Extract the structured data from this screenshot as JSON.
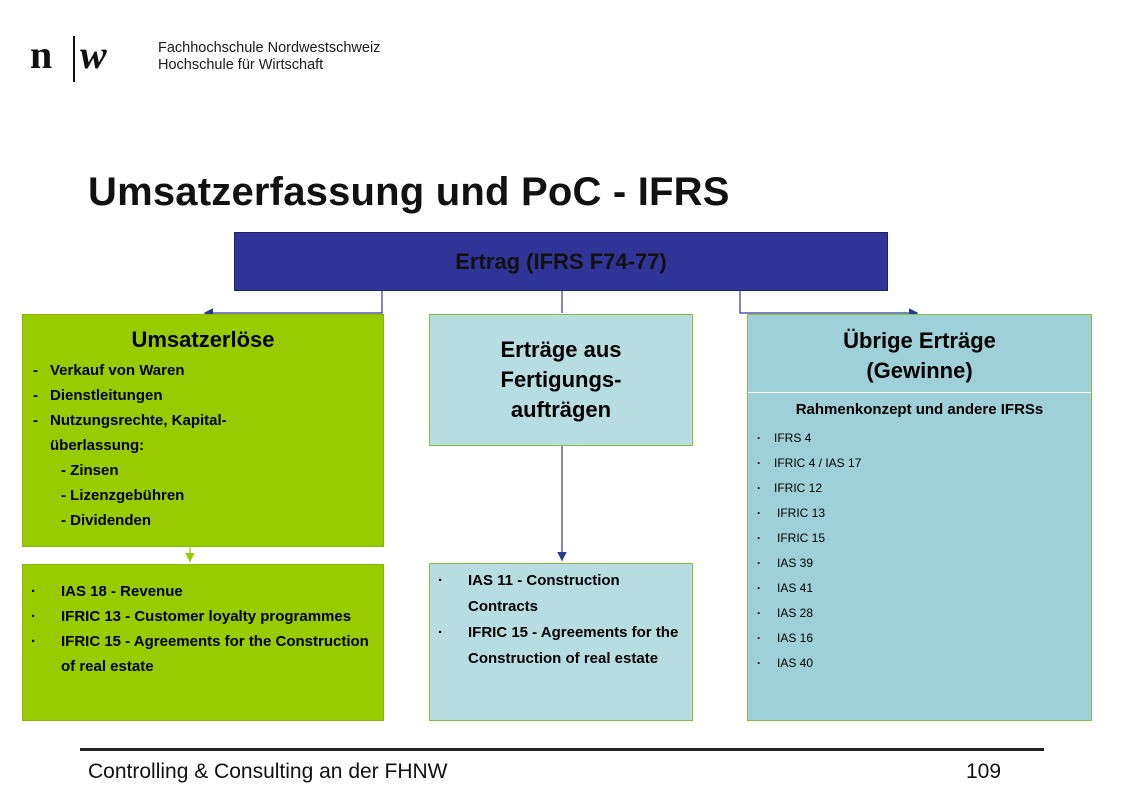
{
  "logo": {
    "mark_left": "n",
    "mark_right": "w",
    "line1": "Fachhochschule Nordwestschweiz",
    "line2": "Hochschule für Wirtschaft"
  },
  "title": "Umsatzerfassung und PoC - IFRS",
  "top_box": "Ertrag (IFRS F74-77)",
  "left": {
    "heading": "Umsatzerlöse",
    "items": [
      {
        "bullet": "-",
        "text": "Verkauf von Waren"
      },
      {
        "bullet": "-",
        "text": "Dienstleitungen"
      },
      {
        "bullet": "-",
        "text": "Nutzungsrechte, Kapital-"
      },
      {
        "bullet": "",
        "text": "überlassung:"
      },
      {
        "bullet": "",
        "text": "- Zinsen"
      },
      {
        "bullet": "",
        "text": "- Lizenzgebühren"
      },
      {
        "bullet": "",
        "text": "- Dividenden"
      }
    ],
    "standards": [
      "IAS 18 - Revenue",
      "IFRIC 13 - Customer loyalty programmes",
      "IFRIC 15 - Agreements for the Construction of real estate"
    ]
  },
  "middle": {
    "heading": "Erträge aus Fertigungs-aufträgen",
    "heading_lines": [
      "Erträge aus",
      "Fertigungs-",
      "aufträgen"
    ],
    "standards": [
      "IAS 11 - Construction Contracts",
      " IFRIC 15 - Agreements for the Construction of real estate"
    ]
  },
  "right": {
    "heading_lines": [
      "Übrige Erträge",
      "(Gewinne)"
    ],
    "subheading": "Rahmenkonzept und andere IFRSs",
    "standards": [
      "IFRS 4",
      "IFRIC 4 / IAS 17",
      "IFRIC 12",
      "IFRIC 13",
      "IFRIC 15",
      "IAS 39",
      "IAS 41",
      "IAS 28",
      "IAS 16",
      "IAS 40"
    ]
  },
  "footer": {
    "left": "Controlling & Consulting an der FHNW",
    "page": "109"
  },
  "colors": {
    "top_box": "#2f3596",
    "green": "#99cc00",
    "light_blue": "#b7dde3",
    "teal": "#9dd0d8",
    "arrow_blue": "#2b3a8f",
    "arrow_green": "#99cc00"
  }
}
